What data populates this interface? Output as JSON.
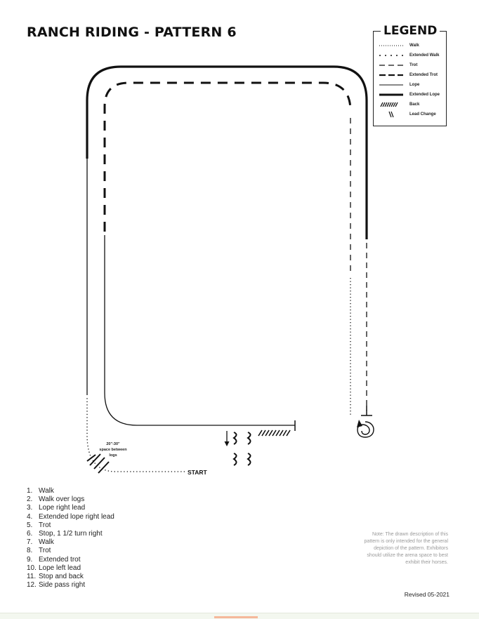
{
  "title": "RANCH RIDING - PATTERN 6",
  "legend": {
    "title": "LEGEND",
    "items": [
      {
        "label": "Walk",
        "style": "walk"
      },
      {
        "label": "Extended Walk",
        "style": "extended-walk"
      },
      {
        "label": "Trot",
        "style": "trot"
      },
      {
        "label": "Extended Trot",
        "style": "extended-trot"
      },
      {
        "label": "Lope",
        "style": "lope"
      },
      {
        "label": "Extended Lope",
        "style": "extended-lope"
      },
      {
        "label": "Back",
        "style": "back"
      },
      {
        "label": "Lead Change",
        "style": "lead-change"
      }
    ]
  },
  "diagram": {
    "logs_note": [
      "20\"-30\"",
      "space between",
      "logs"
    ],
    "start_label": "START"
  },
  "steps": [
    {
      "num": "1.",
      "text": "Walk"
    },
    {
      "num": "2.",
      "text": "Walk over logs"
    },
    {
      "num": "3.",
      "text": "Lope right lead"
    },
    {
      "num": "4.",
      "text": "Extended lope right lead"
    },
    {
      "num": "5.",
      "text": "Trot"
    },
    {
      "num": "6.",
      "text": "Stop, 1 1/2 turn right"
    },
    {
      "num": "7.",
      "text": "Walk"
    },
    {
      "num": "8.",
      "text": "Trot"
    },
    {
      "num": "9.",
      "text": "Extended trot"
    },
    {
      "num": "10.",
      "text": "Lope left lead"
    },
    {
      "num": "11.",
      "text": "Stop and back"
    },
    {
      "num": "12.",
      "text": "Side pass right"
    }
  ],
  "note": "Note: The drawn description of this pattern is only intended for the general depiction of the pattern. Exhibitors should utilize the arena space to best exhibit their horses.",
  "revised": "Revised 05-2021",
  "colors": {
    "ink": "#111111",
    "note": "#9a9a9a",
    "footer_accent": "#f5b89a"
  }
}
